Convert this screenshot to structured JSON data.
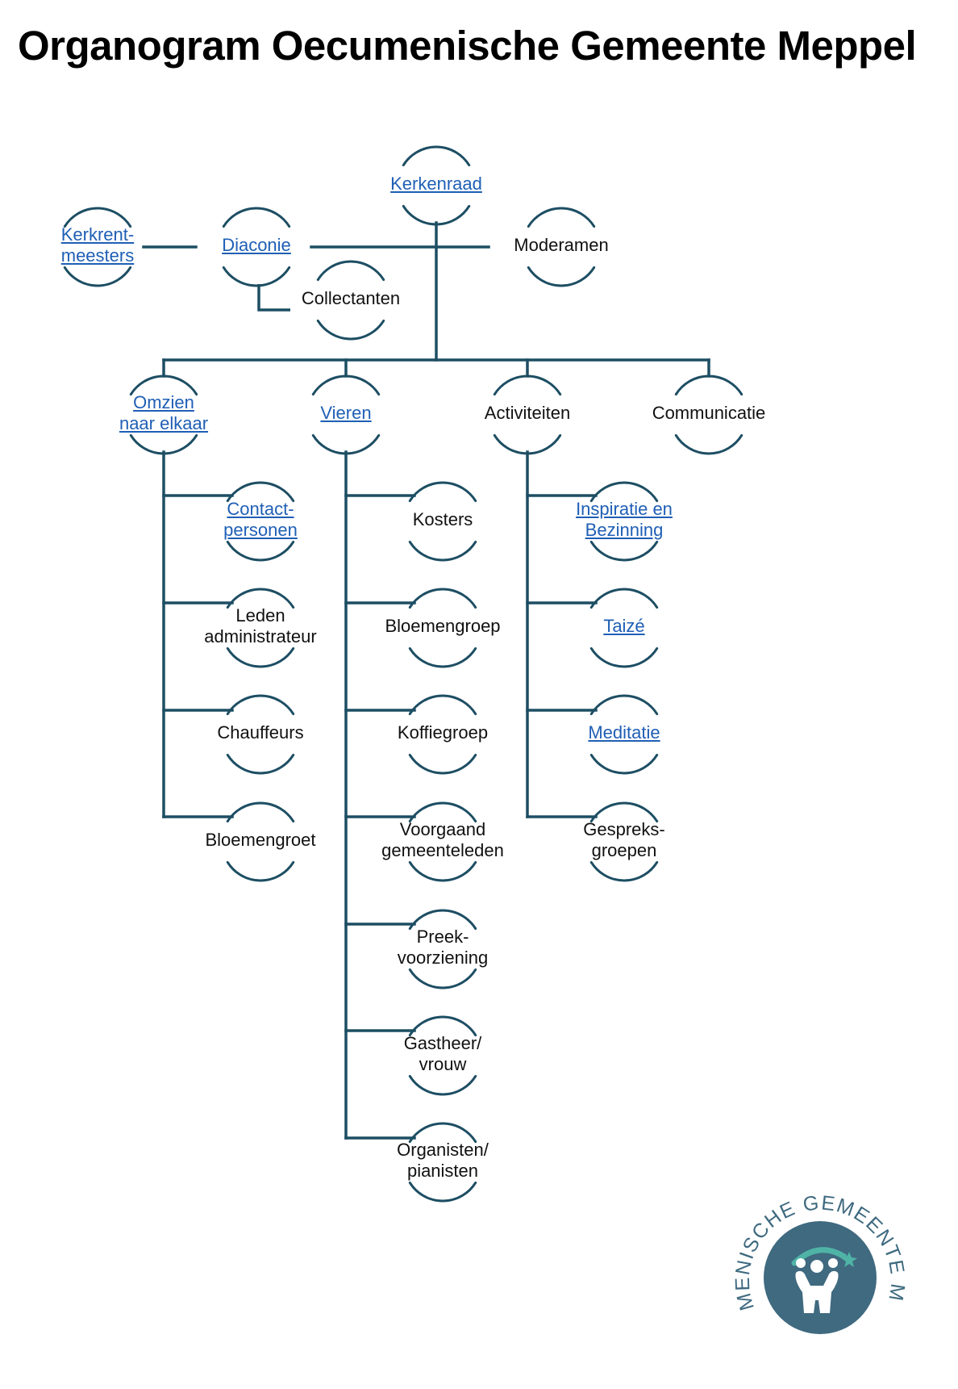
{
  "title": "Organogram Oecumenische Gemeente Meppel",
  "colors": {
    "line": "#1d4e63",
    "link": "#1f5fb5",
    "text": "#111111",
    "logo_circle": "#3f6a80",
    "logo_ring_text": "#3f6a80",
    "logo_accent": "#4fb3a6"
  },
  "nodes": {
    "kerkenraad": {
      "lines": [
        "Kerkenraad"
      ],
      "link": true
    },
    "kerkrentmeesters": {
      "lines": [
        "Kerkrent-",
        "meesters"
      ],
      "link": true
    },
    "diaconie": {
      "lines": [
        "Diaconie"
      ],
      "link": true
    },
    "moderamen": {
      "lines": [
        "Moderamen"
      ],
      "link": false
    },
    "collectanten": {
      "lines": [
        "Collectanten"
      ],
      "link": false
    },
    "omzien": {
      "lines": [
        "Omzien",
        "naar elkaar"
      ],
      "link": true
    },
    "vieren": {
      "lines": [
        "Vieren"
      ],
      "link": true
    },
    "activiteiten": {
      "lines": [
        "Activiteiten"
      ],
      "link": false
    },
    "communicatie": {
      "lines": [
        "Communicatie"
      ],
      "link": false
    },
    "contactpersonen": {
      "lines": [
        "Contact-",
        "personen"
      ],
      "link": true
    },
    "ledenadministrateur": {
      "lines": [
        "Leden",
        "administrateur"
      ],
      "link": false
    },
    "chauffeurs": {
      "lines": [
        "Chauffeurs"
      ],
      "link": false
    },
    "bloemengroet": {
      "lines": [
        "Bloemengroet"
      ],
      "link": false
    },
    "kosters": {
      "lines": [
        "Kosters"
      ],
      "link": false
    },
    "bloemengroep": {
      "lines": [
        "Bloemengroep"
      ],
      "link": false
    },
    "koffiegroep": {
      "lines": [
        "Koffiegroep"
      ],
      "link": false
    },
    "voorgaand": {
      "lines": [
        "Voorgaand",
        "gemeenteleden"
      ],
      "link": false
    },
    "preekvoorziening": {
      "lines": [
        "Preek-",
        "voorziening"
      ],
      "link": false
    },
    "gastheer": {
      "lines": [
        "Gastheer/",
        "vrouw"
      ],
      "link": false
    },
    "organisten": {
      "lines": [
        "Organisten/",
        "pianisten"
      ],
      "link": false
    },
    "inspiratie": {
      "lines": [
        "Inspiratie en",
        "Bezinning"
      ],
      "link": true
    },
    "taize": {
      "lines": [
        "Taizé"
      ],
      "link": true
    },
    "meditatie": {
      "lines": [
        "Meditatie"
      ],
      "link": true
    },
    "gespreksgroepen": {
      "lines": [
        "Gespreks-",
        "groepen"
      ],
      "link": false
    }
  },
  "logo": {
    "ring_text": "OECUMENISCHE GEMEENTE MEPPEL"
  }
}
